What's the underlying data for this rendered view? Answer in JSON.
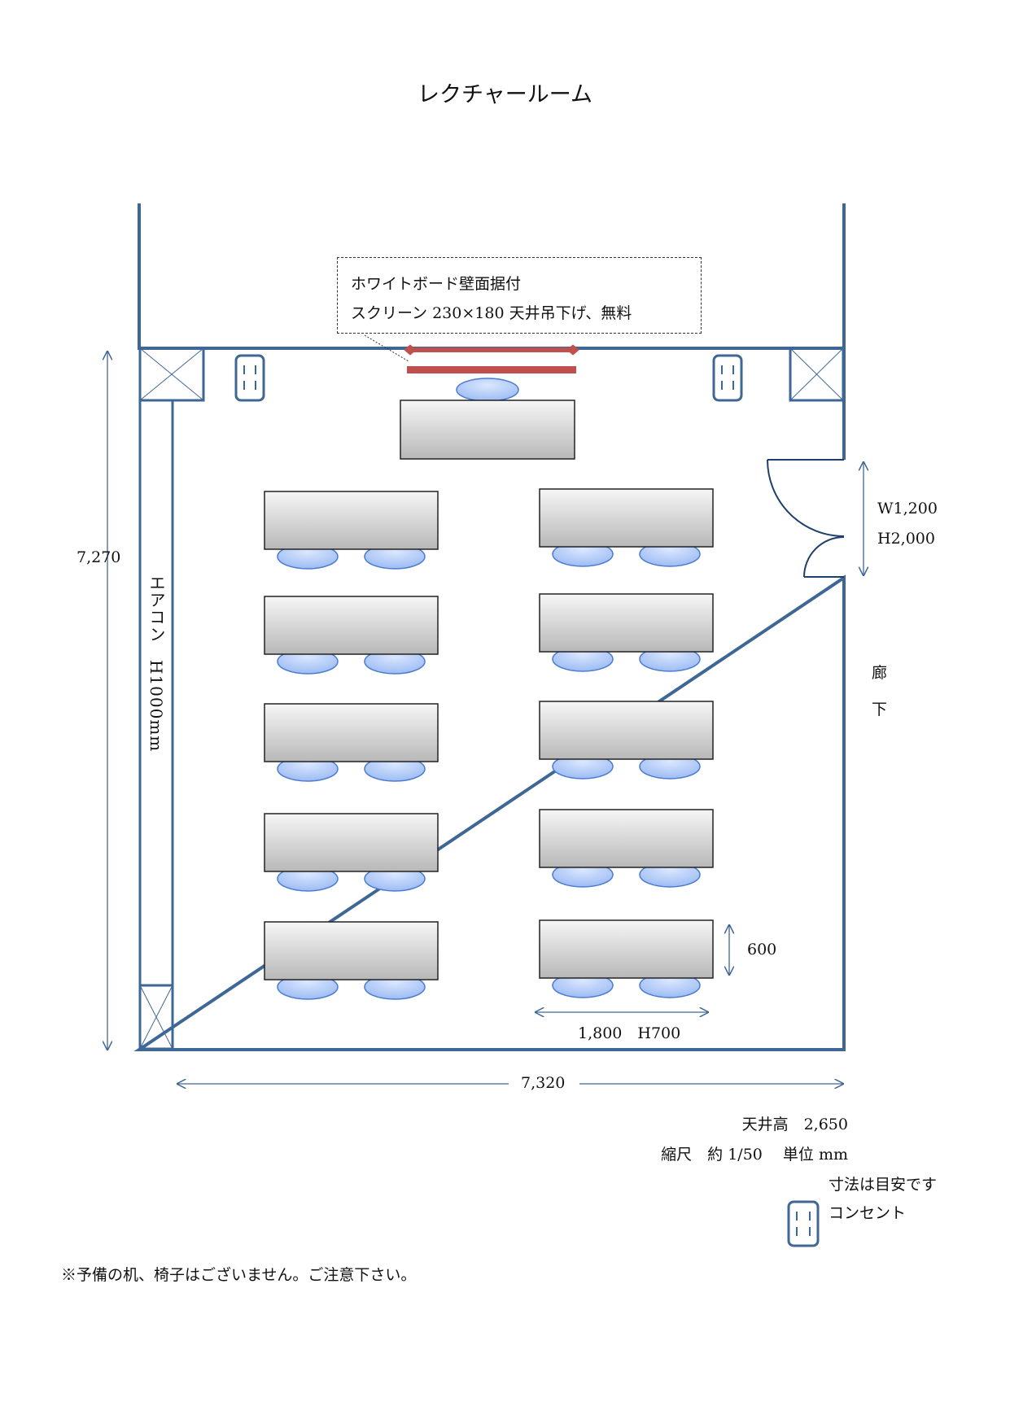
{
  "title": "レクチャールーム",
  "callout": {
    "line1": "ホワイトボード壁面据付",
    "line2": "スクリーン 230×180  天井吊下げ、無料"
  },
  "dimensions": {
    "room_depth": "7,270",
    "room_width": "7,320",
    "door_width": "W1,200",
    "door_height": "H2,000",
    "desk_depth": "600",
    "desk_size": "1,800　H700"
  },
  "labels": {
    "aircon": "エアコン　H1000mm",
    "corridor_1": "廊",
    "corridor_2": "下"
  },
  "info": {
    "ceiling": "天井高　2,650",
    "scale": "縮尺　約 1/50　 単位 mm",
    "note": "寸法は目安です",
    "legend": "コンセント"
  },
  "footnote": "※予備の机、椅子はございません。ご注意下さい。",
  "colors": {
    "wall": "#3f6796",
    "whiteboard": "#c0504d",
    "chair": "#a9c4f5",
    "desk_top": "#f4f4f4",
    "desk_bottom": "#b9b9b9"
  },
  "desk_rows": 5,
  "desk_columns": 2
}
